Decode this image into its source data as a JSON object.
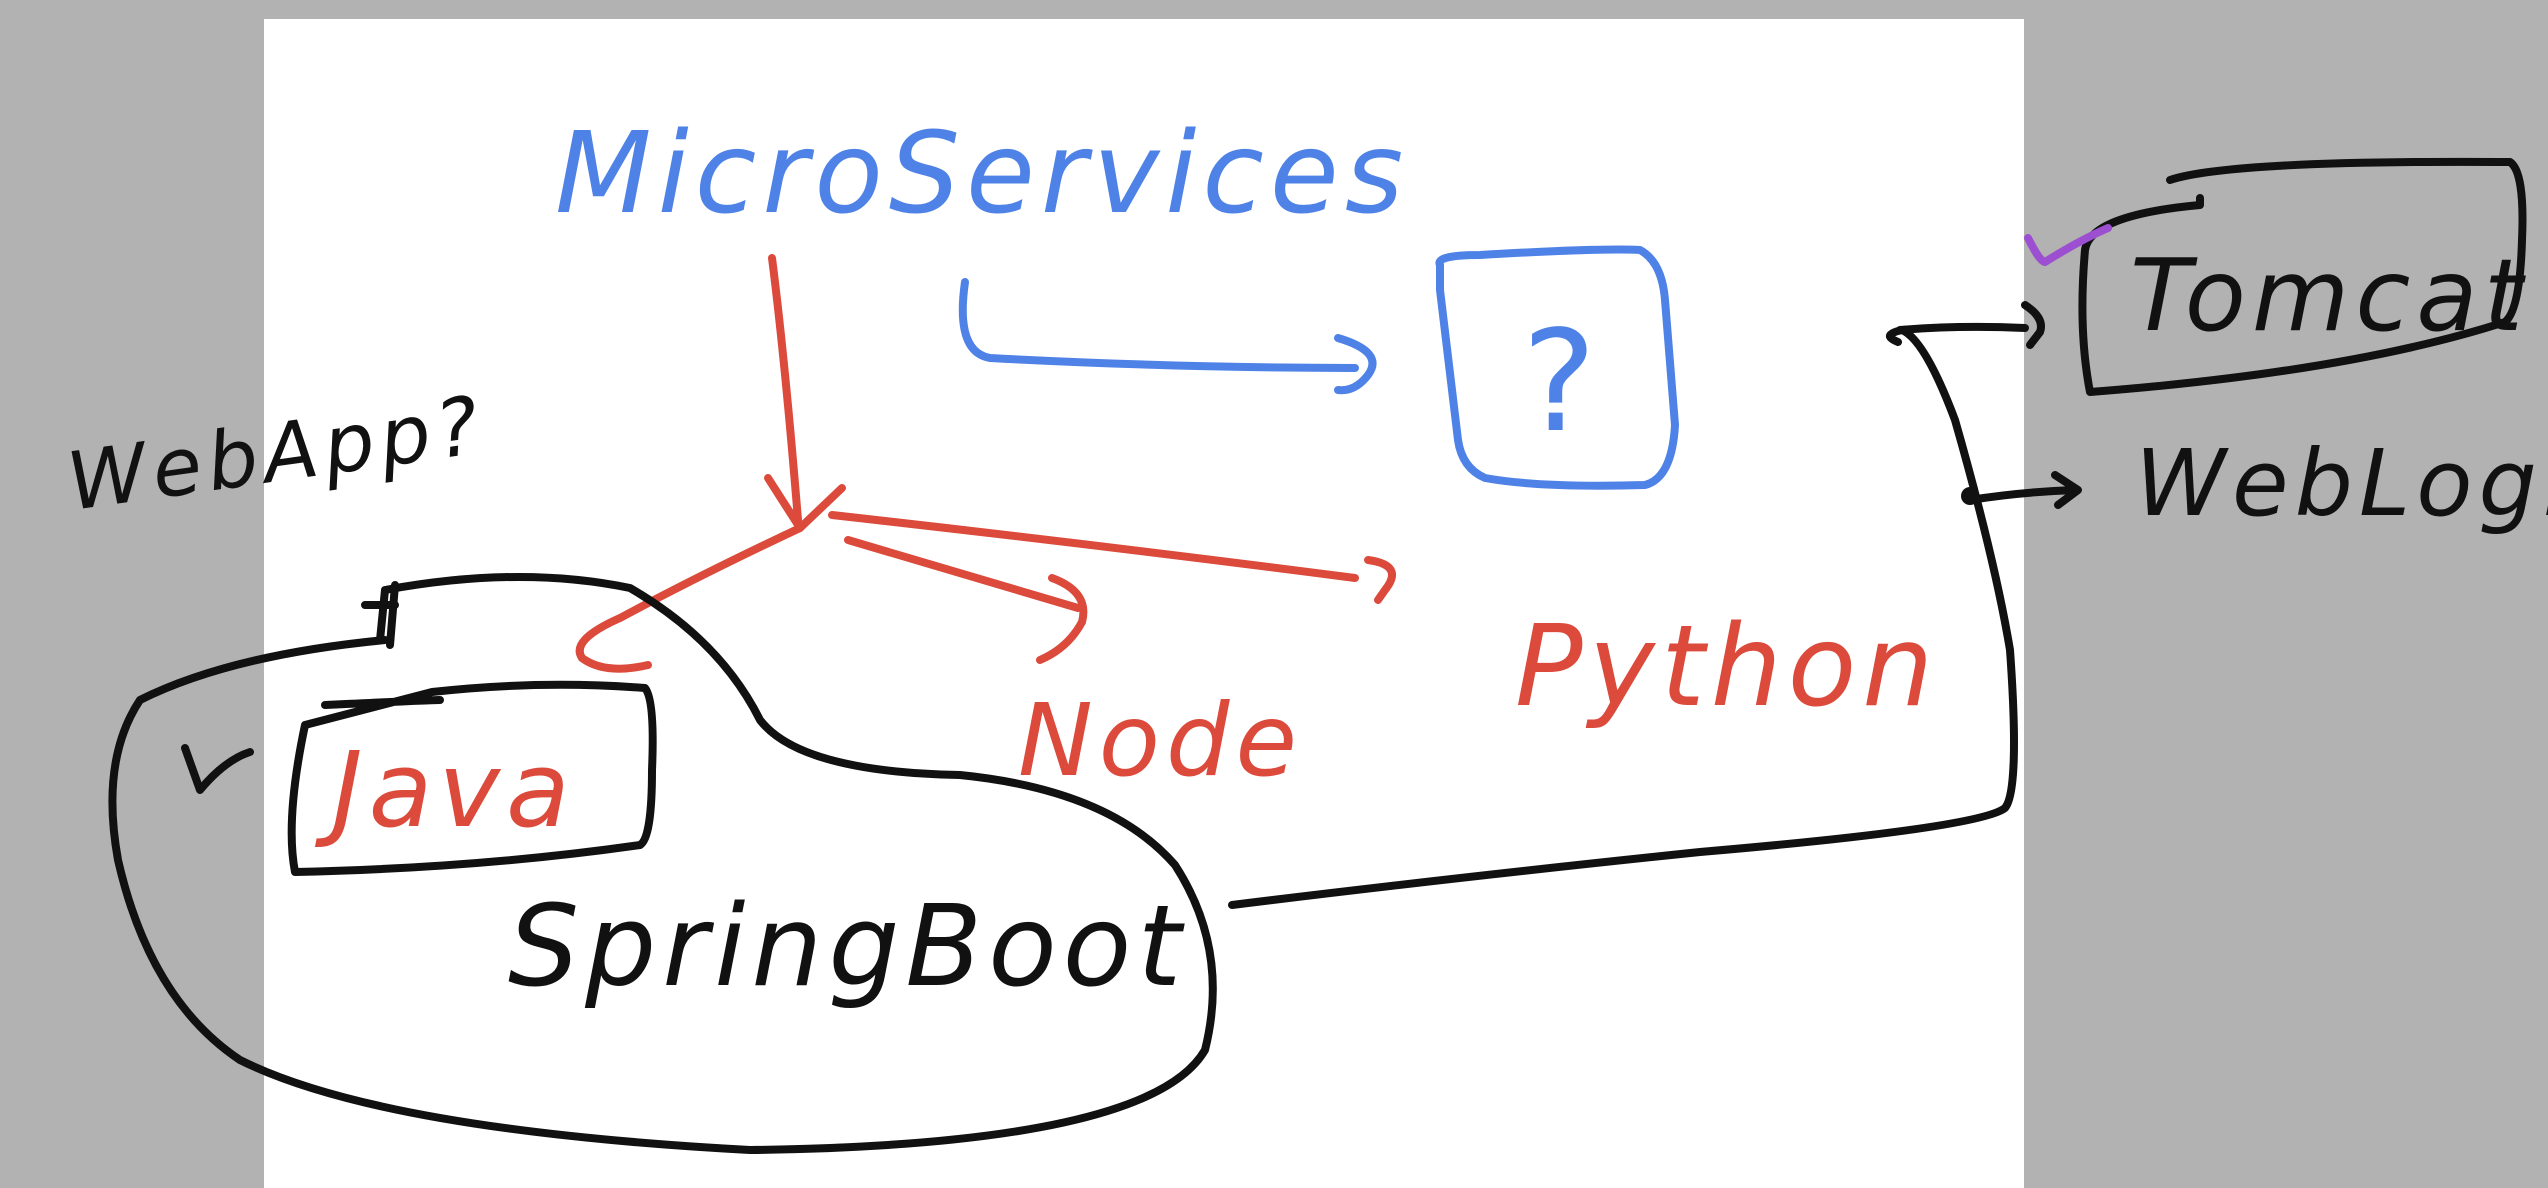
{
  "diagram": {
    "title": "MicroServices",
    "unknown_box": "?",
    "languages": {
      "java": "Java",
      "node": "Node",
      "python": "Python"
    },
    "framework": "SpringBoot",
    "webapp_question": "WebApp?",
    "servers": {
      "tomcat": "Tomcat",
      "weblogic": "WebLogic"
    },
    "colors": {
      "blue": "#4f82e6",
      "red": "#dc4a3c",
      "black": "#111111",
      "purple": "#9c4fd0",
      "background": "#b2b2b2",
      "page": "#ffffff"
    }
  }
}
